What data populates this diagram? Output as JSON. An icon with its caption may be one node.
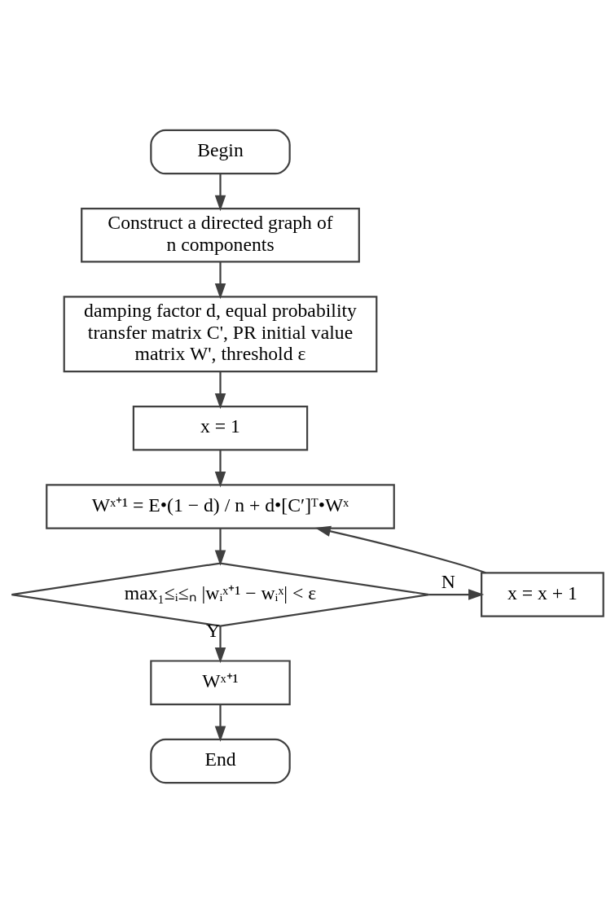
{
  "diagram": {
    "nodes": [
      {
        "text": [
          "Begin"
        ]
      },
      {
        "text": [
          "Construct a directed graph of n components"
        ]
      },
      {
        "text": [
          "damping factor d, equal probability transfer matrix C', PR initial value matrix W', threshold ε"
        ]
      },
      {
        "text": [
          "x = 1"
        ]
      },
      {
        "text": [
          "Wˣ⁺¹ = E•(1 − d) / n + d•[C′]ᵀ•Wˣ"
        ]
      },
      {
        "text": [
          "max₁≤ᵢ≤ₙ |wᵢˣ⁺¹ − wᵢˣ| < ε"
        ]
      },
      {
        "text": [
          "x = x + 1"
        ]
      },
      {
        "text": [
          "Wˣ⁺¹"
        ]
      },
      {
        "text": [
          "End"
        ]
      }
    ],
    "edges": [
      {
        "from": 0,
        "to": 1,
        "arrow": "to"
      },
      {
        "from": 1,
        "to": 2,
        "arrow": "to"
      },
      {
        "from": 2,
        "to": 3,
        "arrow": "to"
      },
      {
        "from": 3,
        "to": 4,
        "arrow": "to"
      },
      {
        "from": 4,
        "to": 5,
        "arrow": "to"
      },
      {
        "from": 5,
        "to": 6,
        "arrow": "to",
        "label": "N"
      },
      {
        "from": 6,
        "to": 4,
        "arrow": "to"
      },
      {
        "from": 5,
        "to": 7,
        "arrow": "to",
        "label": "Y"
      },
      {
        "from": 7,
        "to": 8,
        "arrow": "to"
      }
    ]
  }
}
